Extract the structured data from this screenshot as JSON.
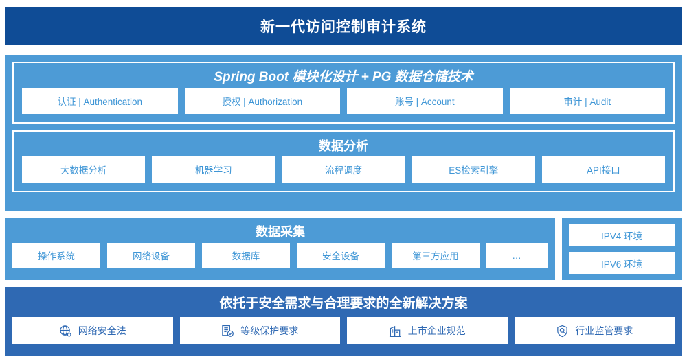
{
  "header": {
    "title": "新一代访问控制审计系统"
  },
  "core": {
    "auth": {
      "title": "Spring Boot 模块化设计 + PG 数据仓储技术",
      "items": [
        {
          "label": "认证 | Authentication"
        },
        {
          "label": "授权 | Authorization"
        },
        {
          "label": "账号 | Account"
        },
        {
          "label": "审计 | Audit"
        }
      ]
    },
    "analysis": {
      "title": "数据分析",
      "items": [
        {
          "label": "大数据分析"
        },
        {
          "label": "机器学习"
        },
        {
          "label": "流程调度"
        },
        {
          "label": "ES检索引擎"
        },
        {
          "label": "API接口"
        }
      ]
    }
  },
  "collection": {
    "title": "数据采集",
    "items": [
      {
        "label": "操作系统"
      },
      {
        "label": "网络设备"
      },
      {
        "label": "数据库"
      },
      {
        "label": "安全设备"
      },
      {
        "label": "第三方应用"
      },
      {
        "label": "…"
      }
    ]
  },
  "ipv": {
    "items": [
      {
        "label": "IPV4 环境"
      },
      {
        "label": "IPV6 环境"
      }
    ]
  },
  "solution": {
    "title": "依托于安全需求与合理要求的全新解决方案",
    "items": [
      {
        "label": "网络安全法",
        "icon": "globe-network-icon"
      },
      {
        "label": "等级保护要求",
        "icon": "document-check-icon"
      },
      {
        "label": "上市企业规范",
        "icon": "building-icon"
      },
      {
        "label": "行业监管要求",
        "icon": "shield-search-icon"
      }
    ]
  },
  "colors": {
    "header_bg": "#0f4c96",
    "panel_bg": "#4d9bd6",
    "solution_bg": "#2f69b3",
    "chip_bg": "#ffffff",
    "chip_text": "#3f96d6",
    "solution_chip_text": "#2f69b3"
  }
}
